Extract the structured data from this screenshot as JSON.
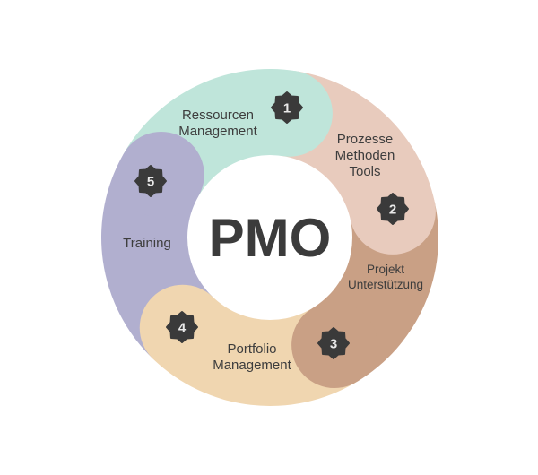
{
  "center_label": "PMO",
  "segments": [
    {
      "number": "1",
      "lines": [
        "Ressourcen",
        "Management"
      ],
      "color": "#bfe5da"
    },
    {
      "number": "2",
      "lines": [
        "Prozesse",
        "Methoden",
        "Tools"
      ],
      "color": "#e8cbbd"
    },
    {
      "number": "3",
      "lines": [
        "Projekt",
        "Unterstützung"
      ],
      "color": "#c9a085"
    },
    {
      "number": "4",
      "lines": [
        "Portfolio",
        "Management"
      ],
      "color": "#f0d6b0"
    },
    {
      "number": "5",
      "lines": [
        "Training"
      ],
      "color": "#b1afcf"
    }
  ],
  "badge_color": "#3a3a3a"
}
